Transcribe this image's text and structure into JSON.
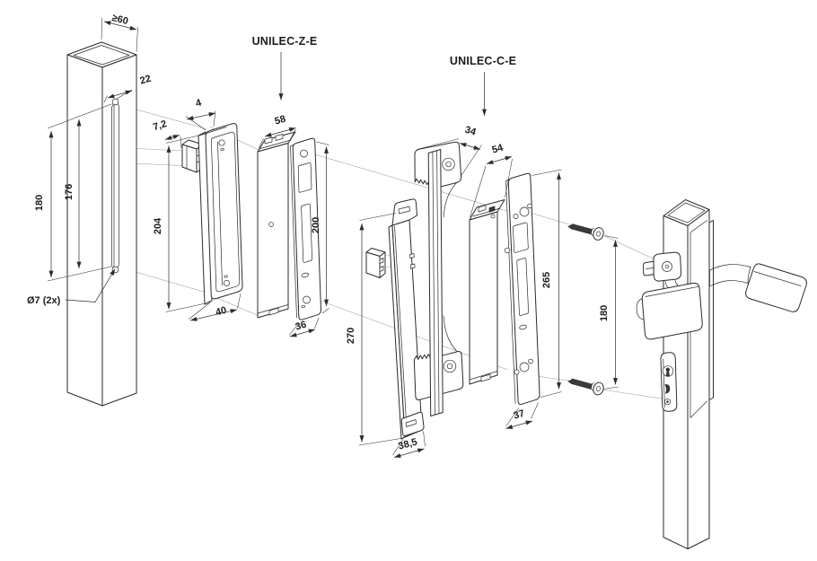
{
  "products": {
    "ze_label": "UNILEC-Z-E",
    "ce_label": "UNILEC-C-E"
  },
  "dims": {
    "post_min_width": "≥60",
    "slot_offset": "22",
    "slot_height_outer": "180",
    "slot_height_inner": "176",
    "slot_holes": "Ø7 (2x)",
    "keep_gap": "7,2",
    "plate_thickness": "4",
    "plate_height": "204",
    "plate_width": "40",
    "ze_lock_depth": "58",
    "ze_lock_height": "200",
    "ze_faceplate_width": "36",
    "ce_bracket_depth": "34",
    "ce_lock_depth": "54",
    "ce_plate_height": "270",
    "ce_plate_width": "38,5",
    "ce_lock_height": "265",
    "ce_faceplate_width": "37",
    "screw_spacing": "180"
  }
}
